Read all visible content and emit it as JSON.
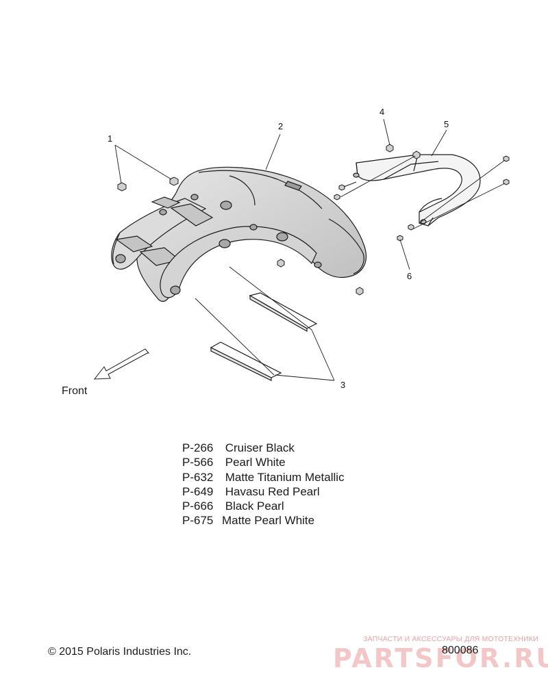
{
  "callouts": {
    "c1": "1",
    "c2": "2",
    "c3": "3",
    "c4": "4",
    "c5": "5",
    "c6": "6"
  },
  "front_label": "Front",
  "paint_codes": [
    {
      "code": "P-266",
      "name": "Cruiser Black"
    },
    {
      "code": "P-566",
      "name": "Pearl White"
    },
    {
      "code": "P-632",
      "name": "Matte Titanium Metallic"
    },
    {
      "code": "P-649",
      "name": "Havasu Red Pearl"
    },
    {
      "code": "P-666",
      "name": "Black Pearl"
    },
    {
      "code": "P-675",
      "name": "Matte Pearl White"
    }
  ],
  "copyright": "© 2015 Polaris Industries Inc.",
  "drawing_number": "800086",
  "watermark": {
    "tagline": "ЗАПЧАСТИ И АКСЕССУАРЫ ДЛЯ МОТОТЕХНИКИ",
    "logo": "PARTSFOR.RU"
  },
  "colors": {
    "line": "#1a1a1a",
    "fender_fill": "#d9d9d9",
    "fender_shadow": "#b8b8b8",
    "watermark": "#e6a3a3"
  },
  "icons": {
    "front_arrow": "arrow-down-left-icon"
  }
}
